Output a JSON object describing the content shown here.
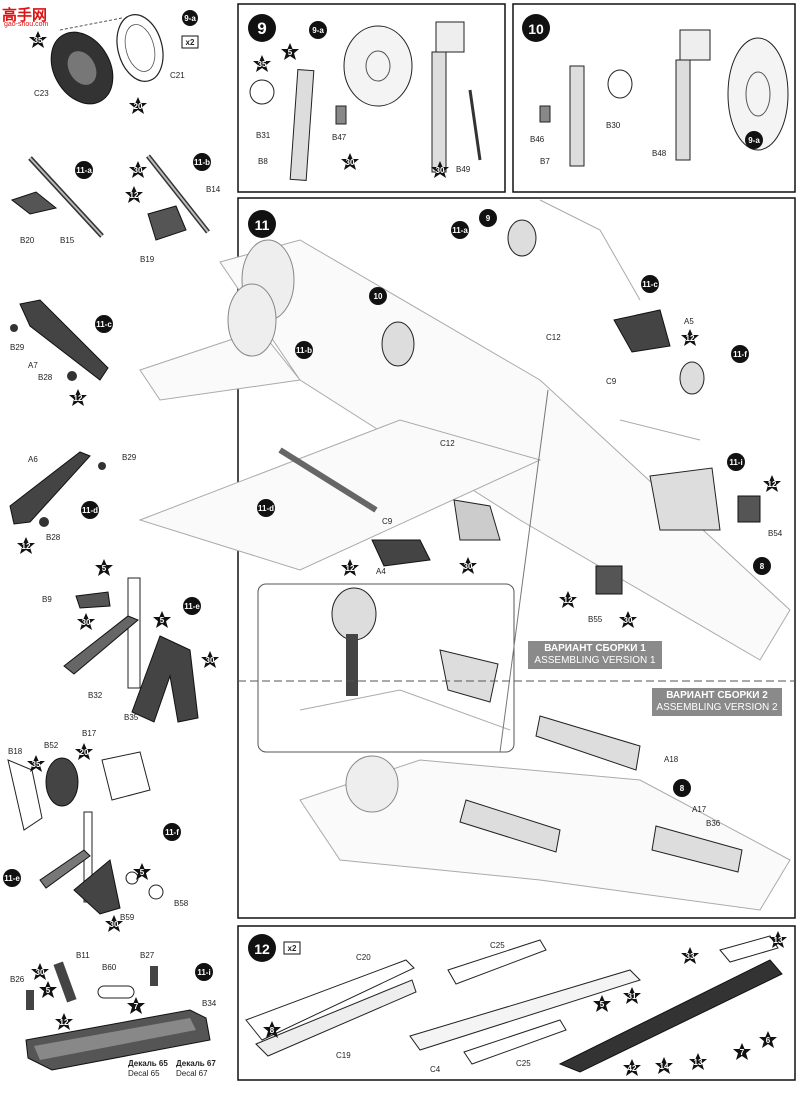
{
  "watermark": {
    "cn": "高手网",
    "url": "gao-shou.com"
  },
  "steps": {
    "s9": "9",
    "s10": "10",
    "s11": "11",
    "s12": "12",
    "sub_9a": "9-a",
    "sub_11a": "11-a",
    "sub_11b": "11-b",
    "sub_11c": "11-c",
    "sub_11d": "11-d",
    "sub_11e": "11-e",
    "sub_11f": "11-f",
    "sub_11i": "11-i",
    "ref_8": "8"
  },
  "multipliers": {
    "x2": "x2"
  },
  "variants": {
    "v1_ru": "ВАРИАНТ СБОРКИ 1",
    "v1_en": "ASSEMBLING VERSION 1",
    "v2_ru": "ВАРИАНТ СБОРКИ 2",
    "v2_en": "ASSEMBLING VERSION 2"
  },
  "decals": {
    "d65_ru": "Декаль 65",
    "d65_en": "Decal 65",
    "d67_ru": "Декаль 67",
    "d67_en": "Decal 67"
  },
  "parts": {
    "C21": "C21",
    "C23": "C23",
    "B31": "B31",
    "B8": "B8",
    "B47": "B47",
    "B49": "B49",
    "B46": "B46",
    "B30": "B30",
    "B7": "B7",
    "B48": "B48",
    "B20": "B20",
    "B15": "B15",
    "B14": "B14",
    "B19": "B19",
    "B29": "B29",
    "A7": "A7",
    "B28": "B28",
    "A6": "A6",
    "B9": "B9",
    "B32": "B32",
    "B35": "B35",
    "B18": "B18",
    "B52": "B52",
    "B17": "B17",
    "B59": "B59",
    "B58": "B58",
    "B26": "B26",
    "B11": "B11",
    "B60": "B60",
    "B27": "B27",
    "B34": "B34",
    "A5": "A5",
    "C12": "C12",
    "C9": "C9",
    "A4": "A4",
    "B54": "B54",
    "B55": "B55",
    "A18": "A18",
    "A17": "A17",
    "B36": "B36",
    "C20": "C20",
    "C19": "C19",
    "C25": "C25",
    "C4": "C4"
  },
  "colors": {
    "n35": "35",
    "n20": "20",
    "n5": "5",
    "n30": "30",
    "n12": "12",
    "n7": "7",
    "n31": "31",
    "n42": "42",
    "n14": "14",
    "n13": "13",
    "n33": "33",
    "n6": "6",
    "n8": "8"
  }
}
